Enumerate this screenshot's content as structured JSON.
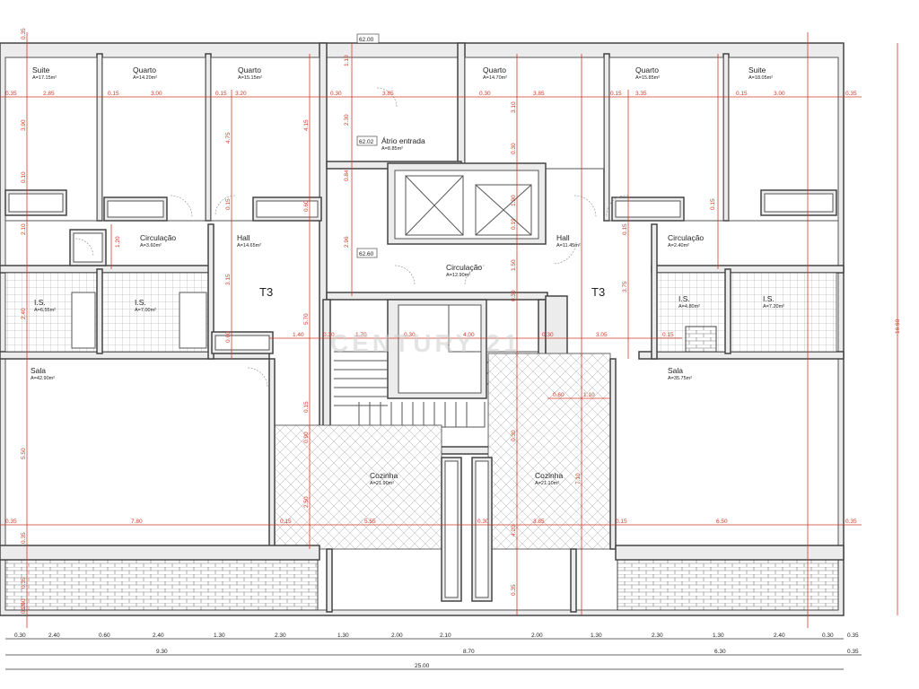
{
  "watermark": "CENTURY 21",
  "unit_labels": {
    "left": "T3",
    "right": "T3"
  },
  "levels": {
    "top": "62.00",
    "atrio": "62.02",
    "circ": "62.60"
  },
  "rooms": [
    {
      "name": "Suite",
      "area": "A=17.15m²"
    },
    {
      "name": "Quarto",
      "area": "A=14.20m²"
    },
    {
      "name": "Quarto",
      "area": "A=15.15m²"
    },
    {
      "name": "Átrio entrada",
      "area": "A=8.85m²"
    },
    {
      "name": "Quarto",
      "area": "A=14.70m²"
    },
    {
      "name": "Quarto",
      "area": "A=15.85m²"
    },
    {
      "name": "Suite",
      "area": "A=18.05m²"
    },
    {
      "name": "Circulação",
      "area": "A=3.60m²"
    },
    {
      "name": "Hall",
      "area": "A=14.65m²"
    },
    {
      "name": "Circulação",
      "area": "A=12.90m²"
    },
    {
      "name": "Hall",
      "area": "A=11.45m²"
    },
    {
      "name": "Circulação",
      "area": "A=2.40m²"
    },
    {
      "name": "I.S.",
      "area": "A=6.55m²"
    },
    {
      "name": "I.S.",
      "area": "A=7.00m²"
    },
    {
      "name": "I.S.",
      "area": "A=4.80m²"
    },
    {
      "name": "I.S.",
      "area": "A=7.20m²"
    },
    {
      "name": "Sala",
      "area": "A=42.90m²"
    },
    {
      "name": "Sala",
      "area": "A=35.75m²"
    },
    {
      "name": "Cozinha",
      "area": "A=21.90m²"
    },
    {
      "name": "Cozinha",
      "area": "A=21.10m²"
    }
  ],
  "dims_h1": [
    "0.35",
    "2.85",
    "0.15",
    "3.00",
    "0.15",
    "3.20",
    "0.30",
    "3.85",
    "0.30",
    "3.85",
    "0.15",
    "3.35",
    "0.15",
    "3.00",
    "0.35"
  ],
  "dims_h2": [
    "1.40",
    "0.30",
    "1.70",
    "0.30",
    "4.00",
    "0.30",
    "3.05",
    "0.15"
  ],
  "dims_h3": [
    "0.35",
    "7.80",
    "0.15",
    "5.55",
    "0.30",
    "3.85",
    "0.15",
    "6.50",
    "0.35"
  ],
  "dims_h4": [
    "0.60",
    "1.10"
  ],
  "dims_v": [
    "0.35",
    "3.90",
    "0.10",
    "2.10",
    "2.40",
    "0.35",
    "5.50",
    "0.35",
    "1.40",
    "0.20",
    "4.75",
    "0.15",
    "1.20",
    "0.60",
    "3.15",
    "2.30",
    "0.84",
    "2.96",
    "4.15",
    "0.60",
    "5.70",
    "0.15",
    "0.90",
    "2.50",
    "1.10",
    "3.10",
    "0.30",
    "0.19",
    "1.90",
    "1.50",
    "0.30",
    "0.30",
    "4.20",
    "0.35",
    "7.10",
    "0.15",
    "3.75",
    "0.15",
    "16.60"
  ],
  "bottom_row1": [
    "0.30",
    "2.40",
    "0.60",
    "2.40",
    "1.30",
    "2.30",
    "1.30",
    "2.00",
    "2.10",
    "2.00",
    "1.30",
    "2.30",
    "1.30",
    "2.40",
    "0.30",
    "0.35"
  ],
  "bottom_row2": [
    "9.30",
    "8.70",
    "6.30",
    "0.35"
  ],
  "bottom_total": "25.00"
}
